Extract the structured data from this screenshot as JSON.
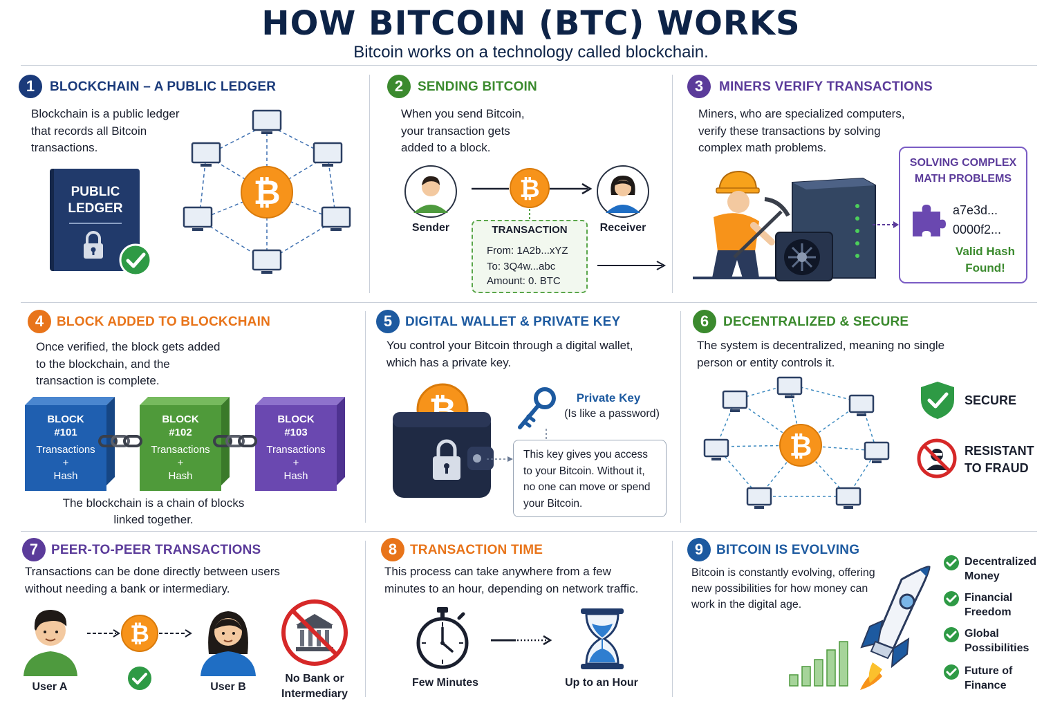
{
  "header": {
    "title": "HOW BITCOIN (BTC) WORKS",
    "subtitle": "Bitcoin works on a technology called blockchain."
  },
  "colors": {
    "navy": "#1a3a7a",
    "green": "#3b8a2e",
    "purple": "#5b3b9a",
    "orange": "#e8741a",
    "blue": "#1d5aa0",
    "bitcoin": "#f7931a"
  },
  "sections": [
    {
      "number": "1",
      "heading": "BLOCKCHAIN – A PUBLIC LEDGER",
      "body": [
        "Blockchain is a public ledger",
        "that records all Bitcoin",
        "transactions."
      ],
      "ledger_label": [
        "PUBLIC",
        "LEDGER"
      ],
      "icons": [
        "book-icon",
        "lock-icon",
        "check-icon",
        "computer-icon",
        "bitcoin-icon"
      ]
    },
    {
      "number": "2",
      "heading": "SENDING BITCOIN",
      "body": [
        "When you send Bitcoin,",
        "your transaction gets",
        "added to a block."
      ],
      "sender": "Sender",
      "receiver": "Receiver",
      "transaction": {
        "title": "TRANSACTION",
        "from": "From:  1A2b...xYZ",
        "to": "To:  3Q4w...abc",
        "amount": "Amount: 0. BTC"
      }
    },
    {
      "number": "3",
      "heading": "MINERS VERIFY TRANSACTIONS",
      "body": [
        "Miners, who are specialized computers,",
        "verify these transactions by solving",
        "complex math problems."
      ],
      "box_title": [
        "SOLVING COMPLEX",
        "MATH PROBLEMS"
      ],
      "hashes": [
        "a7e3d...",
        "0000f2..."
      ],
      "found": [
        "Valid Hash",
        "Found!"
      ],
      "icons": [
        "miner-icon",
        "server-icon",
        "puzzle-icon"
      ]
    },
    {
      "number": "4",
      "heading": "BLOCK ADDED TO BLOCKCHAIN",
      "body": [
        "Once verified, the block gets added",
        "to the blockchain, and the",
        "transaction is complete."
      ],
      "blocks": [
        {
          "name": "BLOCK",
          "id": "#101",
          "line1": "Transactions",
          "line2": "+",
          "line3": "Hash",
          "color": "#1f5fb0"
        },
        {
          "name": "BLOCK",
          "id": "#102",
          "line1": "Transactions",
          "line2": "+",
          "line3": "Hash",
          "color": "#4f9a3a"
        },
        {
          "name": "BLOCK",
          "id": "#103",
          "line1": "Transactions",
          "line2": "+",
          "line3": "Hash",
          "color": "#6a48b0"
        }
      ],
      "caption": [
        "The blockchain is a chain of blocks",
        "linked together."
      ]
    },
    {
      "number": "5",
      "heading": "DIGITAL WALLET & PRIVATE KEY",
      "body": [
        "You control your Bitcoin through a digital wallet,",
        "which has a private key."
      ],
      "key_title": "Private Key",
      "key_sub": "(Is like a password)",
      "key_note": [
        "This key gives you access",
        "to your Bitcoin. Without it,",
        "no one can move or spend",
        "your Bitcoin."
      ],
      "icons": [
        "wallet-icon",
        "key-icon"
      ]
    },
    {
      "number": "6",
      "heading": "DECENTRALIZED & SECURE",
      "body": [
        "The system is decentralized, meaning no single",
        "person or entity controls it."
      ],
      "secure": "SECURE",
      "fraud": [
        "RESISTANT",
        "TO FRAUD"
      ],
      "icons": [
        "shield-check-icon",
        "no-fraud-icon"
      ]
    },
    {
      "number": "7",
      "heading": "PEER-TO-PEER TRANSACTIONS",
      "body": [
        "Transactions can be done directly between users",
        "without needing a bank or intermediary."
      ],
      "user_a": "User A",
      "user_b": "User B",
      "no_bank": [
        "No Bank or",
        "Intermediary"
      ],
      "icons": [
        "user-icon",
        "bank-crossed-icon"
      ]
    },
    {
      "number": "8",
      "heading": "TRANSACTION TIME",
      "body": [
        "This process can take anywhere from a few",
        "minutes to an hour, depending on network traffic."
      ],
      "few_minutes": "Few Minutes",
      "up_to_hour": "Up to an Hour",
      "icons": [
        "stopwatch-icon",
        "hourglass-icon"
      ]
    },
    {
      "number": "9",
      "heading": "BITCOIN IS EVOLVING",
      "body": [
        "Bitcoin is constantly evolving, offering",
        "new possibilities for how money can",
        "work in the digital age."
      ],
      "checklist": [
        [
          "Decentralized",
          "Money"
        ],
        [
          "Financial",
          "Freedom"
        ],
        [
          "Global",
          "Possibilities"
        ],
        [
          "Future of",
          "Finance"
        ]
      ],
      "icons": [
        "rocket-icon",
        "growth-chart-icon"
      ]
    }
  ]
}
